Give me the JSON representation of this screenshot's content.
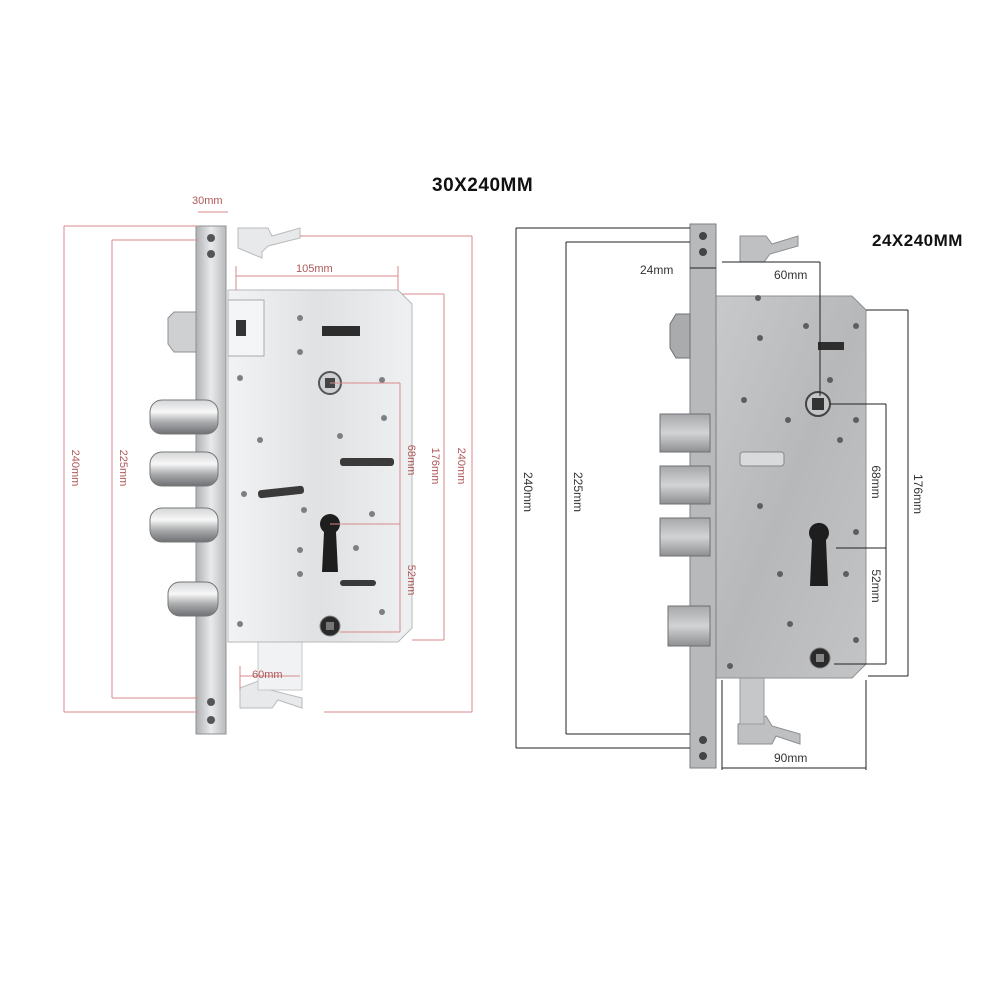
{
  "titles": {
    "left": "30X240MM",
    "right": "24X240MM"
  },
  "left_lock": {
    "faceplate_width": "30mm",
    "body_width": "105mm",
    "overall_height": "240mm",
    "screw_spacing": "225mm",
    "body_height_outer": "240mm",
    "body_span": "176mm",
    "hub_to_cylinder": "68mm",
    "cylinder_to_bottom": "52mm",
    "backset": "60mm"
  },
  "right_lock": {
    "faceplate_width": "24mm",
    "backset": "60mm",
    "overall_height": "240mm",
    "screw_spacing": "225mm",
    "hub_to_cylinder": "68mm",
    "body_span": "176mm",
    "cylinder_to_bottom": "52mm",
    "body_width": "90mm"
  },
  "colors": {
    "dim_line_left": "#d98a8c",
    "dim_text_left": "#b0585a",
    "dim_line_right": "#222222",
    "steel_light": "#e6e7e9",
    "steel_mid": "#c9cbce",
    "steel_dark": "#9a9da1"
  }
}
